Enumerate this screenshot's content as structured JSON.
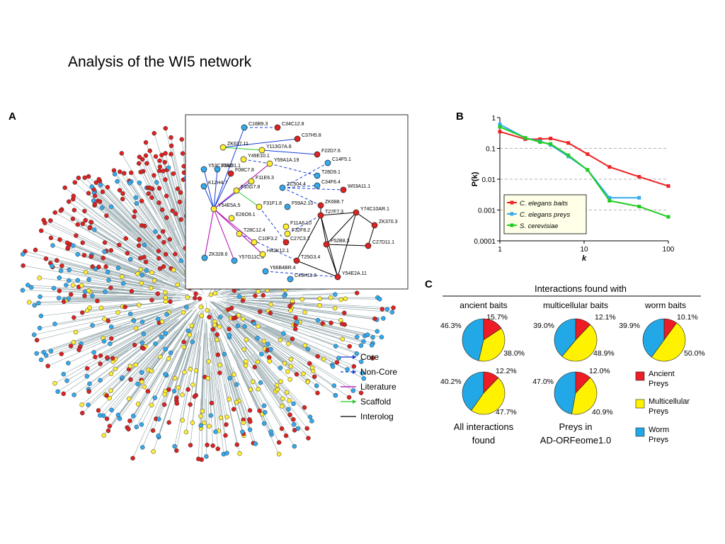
{
  "title": "Analysis of the WI5 network",
  "panel_a": {
    "letter": "A",
    "legend": [
      {
        "label": "Core",
        "color": "#1a3fd6",
        "style": "solid-arrow"
      },
      {
        "label": "Non-Core",
        "color": "#1a3fd6",
        "style": "dashed-arrow"
      },
      {
        "label": "Literature",
        "color": "#b000b0",
        "style": "solid"
      },
      {
        "label": "Scaffold",
        "color": "#22cc22",
        "style": "solid-arrow"
      },
      {
        "label": "Interolog",
        "color": "#000000",
        "style": "solid"
      }
    ],
    "inset_nodes": [
      {
        "label": "C16B9.3",
        "color": "#33aaee"
      },
      {
        "label": "C34C12.8",
        "color": "#dd2222"
      },
      {
        "label": "C37H5.8",
        "color": "#dd2222"
      },
      {
        "label": "ZK637.11",
        "color": "#ffee33"
      },
      {
        "label": "Y113G7A.8",
        "color": "#ffee33"
      },
      {
        "label": "F22D7.6",
        "color": "#dd2222"
      },
      {
        "label": "C14F5.1",
        "color": "#33aaee"
      },
      {
        "label": "Y49E10.1",
        "color": "#ffee33"
      },
      {
        "label": "Y59A1A.19",
        "color": "#ffee33"
      },
      {
        "label": "T28D9.1",
        "color": "#33aaee"
      },
      {
        "label": "Y53C10A.5",
        "color": "#33aaee"
      },
      {
        "label": "F58D1.1",
        "color": "#33aaee"
      },
      {
        "label": "F08C7.8",
        "color": "#dd2222"
      },
      {
        "label": "C34F6.4",
        "color": "#33aaee"
      },
      {
        "label": "F11E6.3",
        "color": "#ffee33"
      },
      {
        "label": "W03A11.1",
        "color": "#dd2222"
      },
      {
        "label": "K12H4.7",
        "color": "#33aaee"
      },
      {
        "label": "F10G7.8",
        "color": "#ffee33"
      },
      {
        "label": "ZC504.4",
        "color": "#33aaee"
      },
      {
        "label": "F31F1.8",
        "color": "#ffee33"
      },
      {
        "label": "F59A2.10",
        "color": "#33aaee"
      },
      {
        "label": "ZK688.7",
        "color": "#dd2222"
      },
      {
        "label": "Y54E5A.5",
        "color": "#ffee33"
      },
      {
        "label": "E26O9.1",
        "color": "#ffee33"
      },
      {
        "label": "T27F7.3",
        "color": "#dd2222"
      },
      {
        "label": "Y74C10AR.1",
        "color": "#dd2222"
      },
      {
        "label": "F11A6.10",
        "color": "#ffee33"
      },
      {
        "label": "ZK370.3",
        "color": "#dd2222"
      },
      {
        "label": "T28C12.4",
        "color": "#ffee33"
      },
      {
        "label": "C10F3.2",
        "color": "#ffee33"
      },
      {
        "label": "F32F8.2",
        "color": "#ffee33"
      },
      {
        "label": "C27C3.2",
        "color": "#dd2222"
      },
      {
        "label": "F52B8.3",
        "color": "#dd2222"
      },
      {
        "label": "C27D11.1",
        "color": "#dd2222"
      },
      {
        "label": "ZK328.6",
        "color": "#33aaee"
      },
      {
        "label": "Y57G11C.6",
        "color": "#33aaee"
      },
      {
        "label": "H42K12.1",
        "color": "#ffee33"
      },
      {
        "label": "T25G3.4",
        "color": "#dd2222"
      },
      {
        "label": "Y66B4BR.4",
        "color": "#33aaee"
      },
      {
        "label": "C49H11.6",
        "color": "#33aaee"
      },
      {
        "label": "Y54E2A.11",
        "color": "#dd2222"
      }
    ]
  },
  "panel_b": {
    "letter": "B",
    "chart_data": {
      "type": "line",
      "x_scale": "log",
      "y_scale": "log",
      "xlabel": "k",
      "ylabel": "P(k)",
      "xlim": [
        1,
        100
      ],
      "ylim": [
        0.0001,
        1
      ],
      "x_ticks": [
        "1",
        "10",
        "100"
      ],
      "y_ticks": [
        "1",
        "0.1",
        "0.01",
        "0.001",
        "0.0001"
      ],
      "grid": "horizontal dashed",
      "legend_position": "bottom-left",
      "series": [
        {
          "name": "C. elegans baits",
          "color": "#ee2222",
          "x": [
            1,
            2,
            3,
            4,
            6.5,
            11,
            20,
            45,
            100
          ],
          "y": [
            0.35,
            0.2,
            0.2,
            0.21,
            0.15,
            0.065,
            0.025,
            0.012,
            0.006
          ]
        },
        {
          "name": "C. elegans preys",
          "color": "#33aaee",
          "x": [
            1,
            2,
            3,
            4,
            6.5,
            11,
            20,
            45
          ],
          "y": [
            0.6,
            0.22,
            0.17,
            0.13,
            0.055,
            0.02,
            0.0025,
            0.0025
          ]
        },
        {
          "name": "S. cerevisiae",
          "color": "#22cc22",
          "x": [
            1,
            2,
            3,
            4,
            6.5,
            11,
            20,
            45,
            100
          ],
          "y": [
            0.5,
            0.22,
            0.16,
            0.14,
            0.06,
            0.02,
            0.002,
            0.0013,
            0.0006
          ]
        }
      ]
    }
  },
  "panel_c": {
    "letter": "C",
    "header": "Interactions found with",
    "columns": [
      "ancient baits",
      "multicellular baits",
      "worm baits"
    ],
    "colors": {
      "ancient": "#ee1c24",
      "multicellular": "#fff200",
      "worm": "#22a8e6"
    },
    "chart_data": {
      "type": "pie",
      "pies": [
        {
          "caption": "",
          "values": [
            15.7,
            38.0,
            46.3
          ],
          "labels": [
            "15.7%",
            "38.0%",
            "46.3%"
          ]
        },
        {
          "caption": "",
          "values": [
            12.1,
            48.9,
            39.0
          ],
          "labels": [
            "12.1%",
            "48.9%",
            "39.0%"
          ]
        },
        {
          "caption": "",
          "values": [
            10.1,
            50.0,
            39.9
          ],
          "labels": [
            "10.1%",
            "50.0%",
            "39.9%"
          ]
        },
        {
          "caption": "All interactions found",
          "values": [
            12.2,
            47.7,
            40.2
          ],
          "labels": [
            "12.2%",
            "47.7%",
            "40.2%"
          ]
        },
        {
          "caption": "Preys in AD-ORFeome1.0",
          "values": [
            12.0,
            40.9,
            47.0
          ],
          "labels": [
            "12.0%",
            "40.9%",
            "47.0%"
          ]
        }
      ],
      "slice_order": [
        "Ancient Preys",
        "Multicellular Preys",
        "Worm Preys"
      ]
    },
    "legend": [
      {
        "label": "Ancient Preys",
        "color": "#ee1c24"
      },
      {
        "label": "Multicellular Preys",
        "color": "#fff200"
      },
      {
        "label": "Worm Preys",
        "color": "#22a8e6"
      }
    ]
  }
}
